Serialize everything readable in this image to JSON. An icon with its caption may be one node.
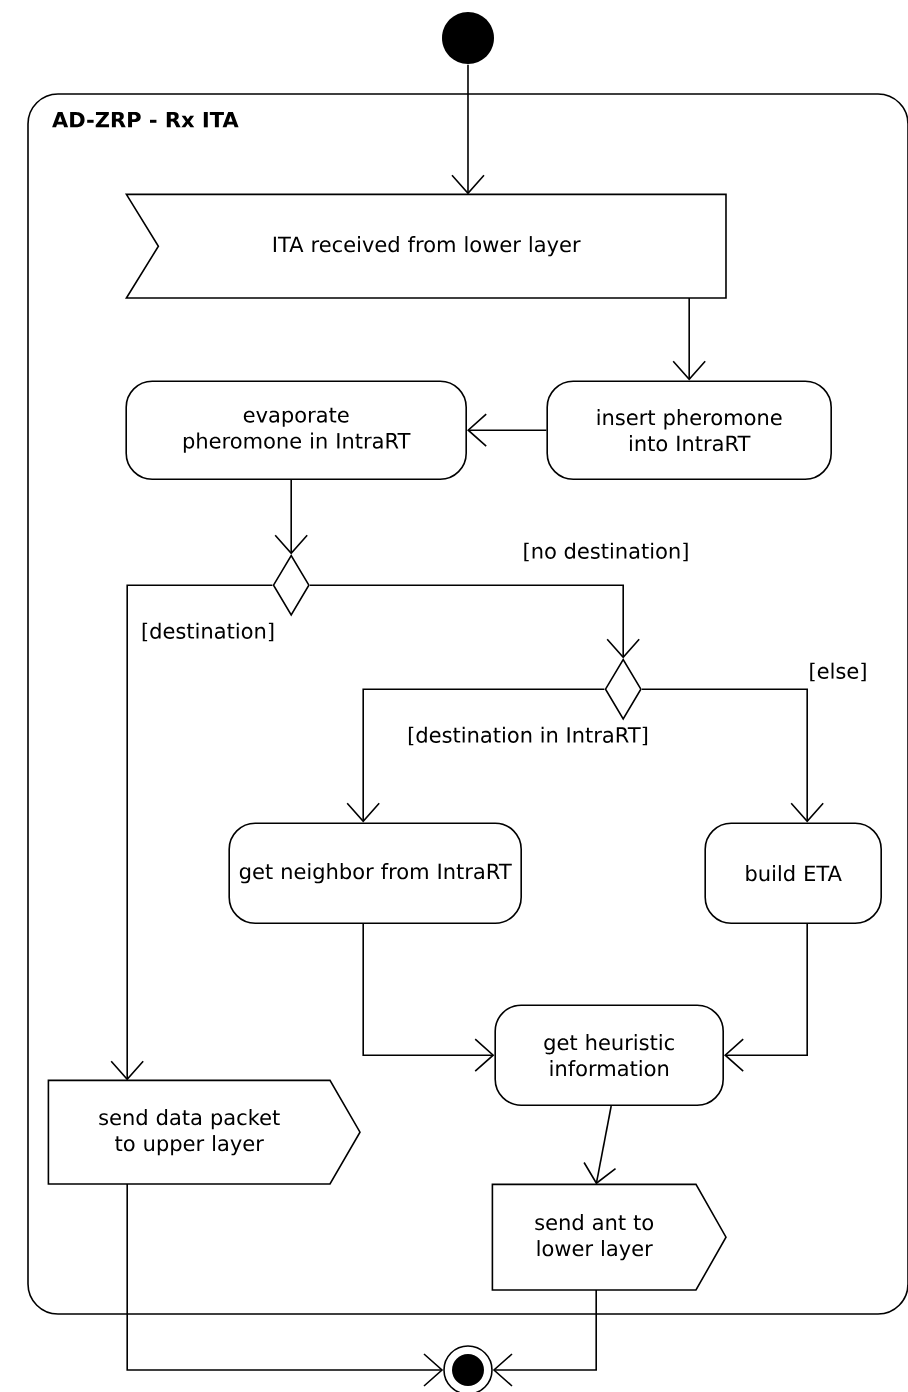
{
  "diagram": {
    "nodes": [
      {
        "text": [],
        "shape": "circle"
      },
      {
        "text": [
          "AD-ZRP - Rx ITA"
        ]
      },
      {
        "text": [
          "ITA received from lower layer"
        ],
        "in": 1
      },
      {
        "text": [
          "insert pheromone into IntraRT"
        ],
        "in": 1
      },
      {
        "text": [
          "evaporate pheromone in IntraRT"
        ],
        "in": 1
      },
      {
        "text": [],
        "shape": "diamond",
        "in": 1
      },
      {
        "text": [],
        "shape": "diamond",
        "in": 1
      },
      {
        "text": [
          "get neighbor from IntraRT"
        ],
        "in": 1
      },
      {
        "text": [
          "build ETA"
        ],
        "in": 1
      },
      {
        "text": [
          "get heuristic information"
        ],
        "in": 1
      },
      {
        "text": [
          "send data packet to upper layer"
        ],
        "in": 1
      },
      {
        "text": [
          "send ant to lower layer"
        ],
        "in": 1
      },
      {
        "text": [],
        "shape": "circle"
      }
    ],
    "edges": [
      {
        "from": 0,
        "to": 2,
        "arrow": "to"
      },
      {
        "from": 2,
        "to": 3,
        "arrow": "to"
      },
      {
        "from": 3,
        "to": 4,
        "arrow": "to"
      },
      {
        "from": 4,
        "to": 5,
        "arrow": "to"
      },
      {
        "from": 5,
        "to": 10,
        "arrow": "to",
        "label": "[destination]"
      },
      {
        "from": 5,
        "to": 6,
        "arrow": "to",
        "label": "[no destination]"
      },
      {
        "from": 6,
        "to": 7,
        "arrow": "to",
        "label": "[destination in IntraRT]"
      },
      {
        "from": 6,
        "to": 8,
        "arrow": "to",
        "label": "[else]"
      },
      {
        "from": 7,
        "to": 9,
        "arrow": "to"
      },
      {
        "from": 8,
        "to": 9,
        "arrow": "to"
      },
      {
        "from": 9,
        "to": 11,
        "arrow": "to"
      },
      {
        "from": 10,
        "to": 12,
        "arrow": "to"
      },
      {
        "from": 11,
        "to": 12,
        "arrow": "to"
      }
    ]
  }
}
